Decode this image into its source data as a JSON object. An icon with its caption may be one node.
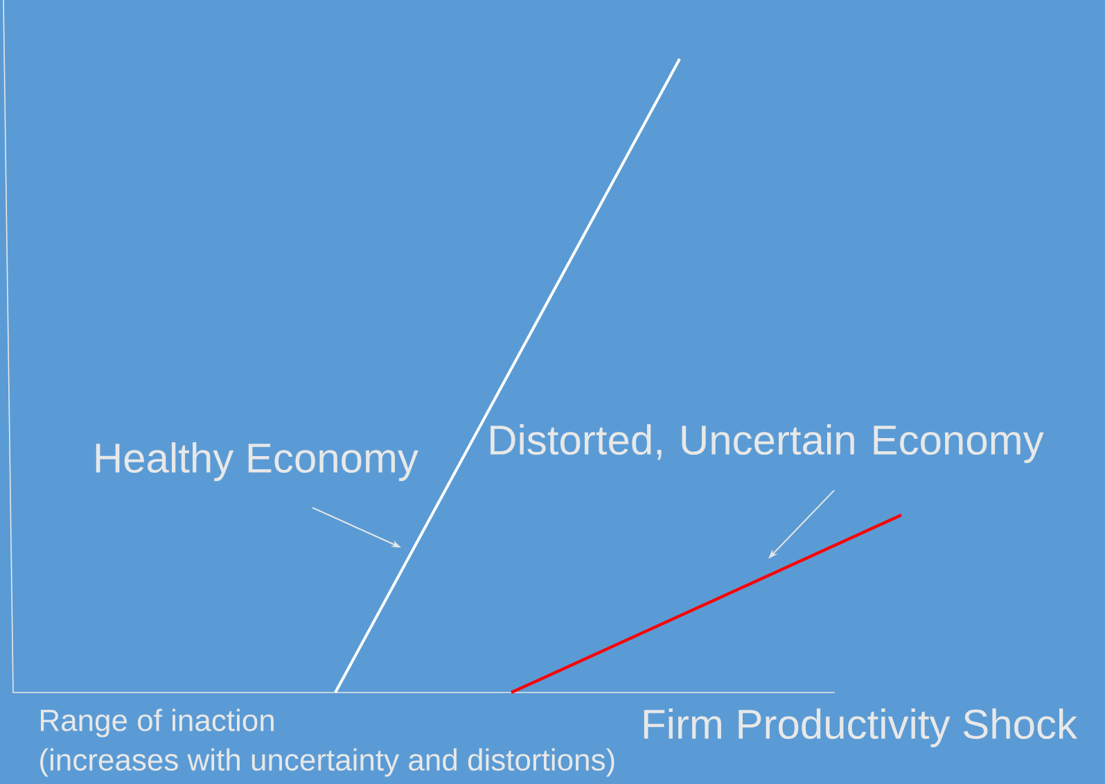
{
  "diagram": {
    "nodes": [
      {
        "text": [
          "Healthy Economy"
        ]
      },
      {
        "text": [
          "Distorted, Uncertain Economy"
        ]
      }
    ],
    "edges": [
      {
        "from": 0,
        "to": null,
        "arrow": "to"
      },
      {
        "from": 1,
        "to": null,
        "arrow": "to"
      }
    ],
    "labels": [
      "Range of inaction",
      "(increases with uncertainty and distortions)",
      "Firm Productivity Shock"
    ]
  }
}
